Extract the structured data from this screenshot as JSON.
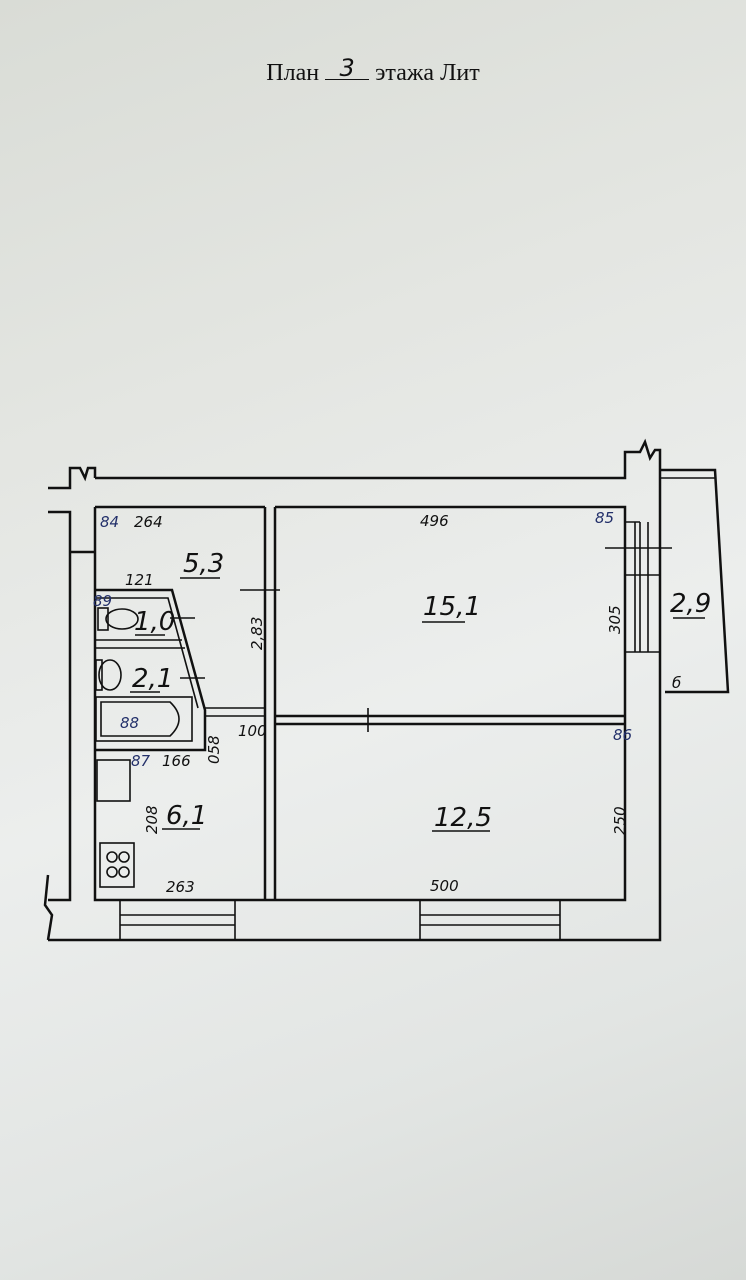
{
  "title": {
    "prefix": "План",
    "floor": "3",
    "suffix": "этажа Лит"
  },
  "rooms": [
    {
      "id": "hall",
      "area": "5,3"
    },
    {
      "id": "toilet",
      "area": "1,0"
    },
    {
      "id": "bathroom",
      "area": "2,1"
    },
    {
      "id": "kitchen",
      "area": "6,1"
    },
    {
      "id": "room-large",
      "area": "15,1"
    },
    {
      "id": "room-small",
      "area": "12,5"
    },
    {
      "id": "balcony",
      "area": "2,9"
    }
  ],
  "dimensions": {
    "d84": "84",
    "d264": "264",
    "d121": "121",
    "d89": "89",
    "d88": "88",
    "d87": "87",
    "d166": "166",
    "d058": "058",
    "d100": "100",
    "d208": "208",
    "d263": "263",
    "d283": "2,83",
    "d496": "496",
    "d85": "85",
    "d305": "305",
    "d86": "86",
    "d250": "250",
    "d500": "500",
    "delta": "б"
  }
}
